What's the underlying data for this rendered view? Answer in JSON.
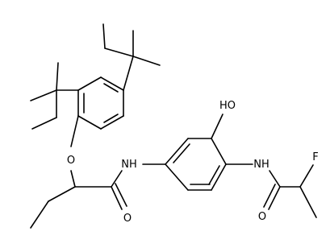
{
  "diagram": {
    "type": "chemical-structure",
    "colors": {
      "bond": "#000000",
      "label": "#000000",
      "background": "#ffffff"
    },
    "atom_labels": {
      "ether_oxygen": "O",
      "hydroxyl": "HO",
      "amide_nh_left": "NH",
      "amide_nh_right": "NH",
      "carbonyl_o_left": "O",
      "carbonyl_o_right": "O",
      "fluorine": "F"
    }
  }
}
